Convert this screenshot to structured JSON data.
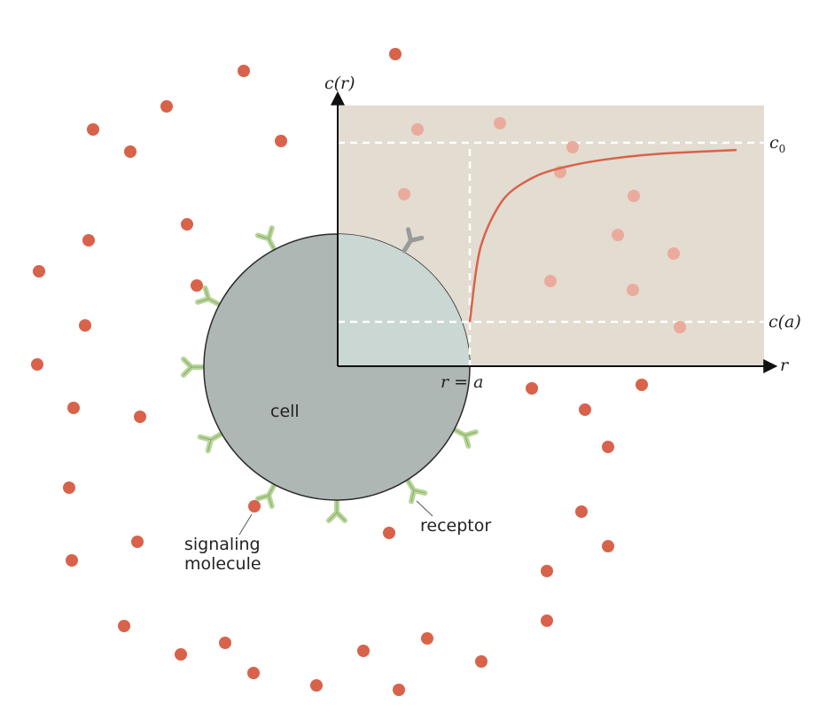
{
  "labels": {
    "cell": "cell",
    "receptor": "receptor",
    "signaling_line1": "signaling",
    "signaling_line2": "molecule",
    "y_axis": "c(r)",
    "x_axis": "r",
    "c0": "c",
    "c0_sub": "0",
    "ca": "c(a)",
    "r_eq_a": "r = a"
  },
  "colors": {
    "molecule": "#d9624a",
    "molecule_faded": "#ebab9c",
    "cell": "#aeb7b3",
    "cell_overlap": "#cad7d3",
    "cell_edge": "#2a2a2a",
    "receptor": "#9fc57d",
    "receptor_in_plot": "#999999",
    "plot_bg": "#e2dcd1",
    "curve": "#d9624a",
    "dashed": "#ffffff"
  },
  "icons": {
    "receptor": "receptor-y-icon",
    "molecule": "dot-icon"
  },
  "chart_data": {
    "type": "line",
    "title": "",
    "xlabel": "r",
    "ylabel": "c(r)",
    "series": [
      {
        "name": "",
        "x": [
          1.0,
          1.1,
          1.2,
          1.35,
          1.5,
          1.75,
          2.0,
          2.5,
          3.0,
          3.5,
          4.0,
          4.5
        ],
        "y": [
          0.0,
          0.36,
          0.5,
          0.63,
          0.72,
          0.79,
          0.84,
          0.89,
          0.92,
          0.94,
          0.95,
          0.96
        ]
      }
    ],
    "reference_lines": [
      {
        "axis": "y",
        "label": "c0",
        "value": 1.0
      },
      {
        "axis": "y",
        "label": "c(a)",
        "value": 0.0
      },
      {
        "axis": "x",
        "label": "r = a",
        "value": 1.0
      }
    ]
  }
}
